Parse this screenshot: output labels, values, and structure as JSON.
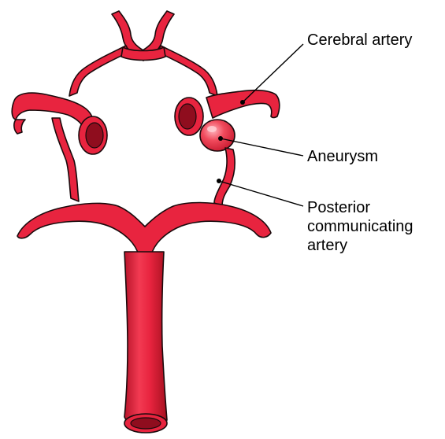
{
  "labels": {
    "cerebral_artery": "Cerebral artery",
    "aneurysm": "Aneurysm",
    "posterior_line1": "Posterior",
    "posterior_line2": "communicating",
    "posterior_line3": "artery"
  },
  "colors": {
    "artery_fill": "#E8243F",
    "artery_outline": "#1a0a0c",
    "artery_dark": "#9c0f22",
    "artery_highlight": "#ff8a96",
    "aneurysm_fill": "#f04a5c",
    "leader_line": "#000000",
    "text": "#000000"
  }
}
